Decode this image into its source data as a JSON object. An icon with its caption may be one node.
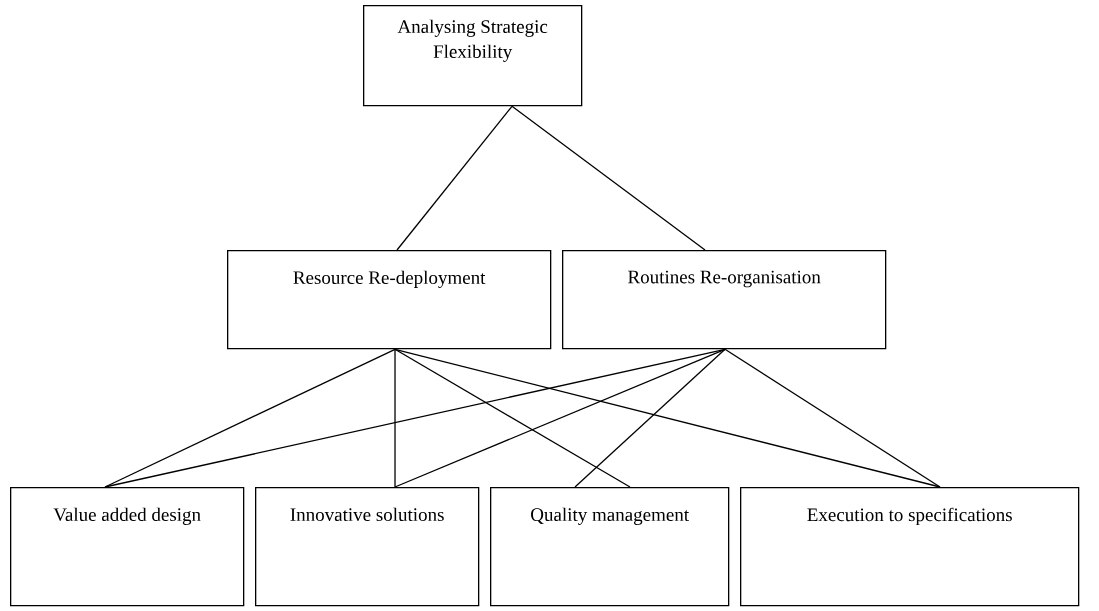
{
  "diagram": {
    "nodes": [
      {
        "text": [
          "Analysing Strategic Flexibility"
        ]
      },
      {
        "text": [
          "Resource Re-deployment"
        ]
      },
      {
        "text": [
          "Routines Re-organisation"
        ]
      },
      {
        "text": [
          "Value added design"
        ]
      },
      {
        "text": [
          "Innovative solutions"
        ]
      },
      {
        "text": [
          "Quality management"
        ]
      },
      {
        "text": [
          "Execution to specifications"
        ]
      }
    ],
    "edges": [
      {
        "from": 0,
        "to": 1,
        "arrow": "none"
      },
      {
        "from": 0,
        "to": 2,
        "arrow": "none"
      },
      {
        "from": 1,
        "to": 3,
        "arrow": "none"
      },
      {
        "from": 1,
        "to": 4,
        "arrow": "none"
      },
      {
        "from": 1,
        "to": 5,
        "arrow": "none"
      },
      {
        "from": 1,
        "to": 6,
        "arrow": "none"
      },
      {
        "from": 2,
        "to": 3,
        "arrow": "none"
      },
      {
        "from": 2,
        "to": 4,
        "arrow": "none"
      },
      {
        "from": 2,
        "to": 5,
        "arrow": "none"
      },
      {
        "from": 2,
        "to": 6,
        "arrow": "none"
      }
    ]
  }
}
